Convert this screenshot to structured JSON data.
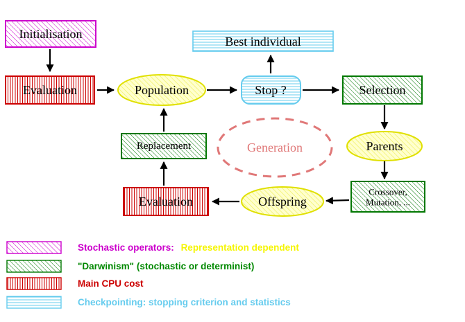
{
  "diagram": {
    "nodes": {
      "initialisation": "Initialisation",
      "best_individual": "Best individual",
      "evaluation_top": "Evaluation",
      "population": "Population",
      "stop": "Stop ?",
      "selection": "Selection",
      "replacement": "Replacement",
      "generation": "Generation",
      "parents": "Parents",
      "crossover_line1": "Crossover,",
      "crossover_line2": "Mutation, ...",
      "offspring": "Offspring",
      "evaluation_bottom": "Evaluation"
    },
    "legend": {
      "stochastic_label": "Stochastic operators:",
      "stochastic_detail": "Representation dependent",
      "darwinism": "\"Darwinism\" (stochastic or determinist)",
      "cpu": "Main CPU cost",
      "checkpointing": "Checkpointing: stopping criterion and statistics"
    },
    "colors": {
      "magenta": "#cc00cc",
      "red": "#cc0000",
      "green": "#007700",
      "green_text": "#008800",
      "cyan": "#66ccee",
      "yellow_border": "#e0e000",
      "yellow_text": "#f5f500",
      "salmon": "#e07878",
      "black": "#000000"
    }
  }
}
